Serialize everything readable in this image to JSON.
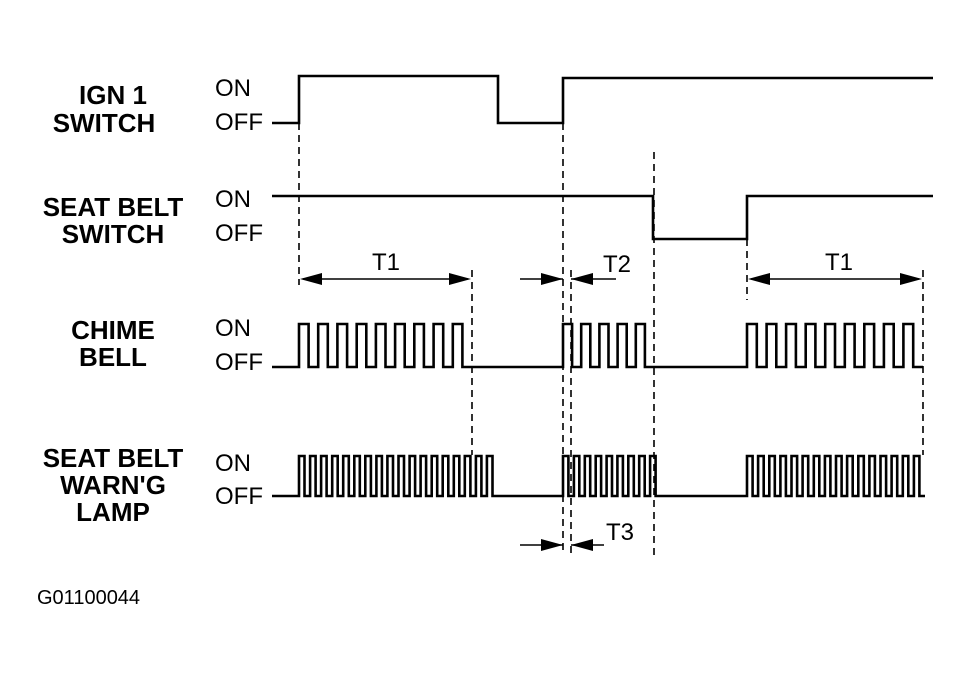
{
  "signals": [
    {
      "id": "ign",
      "label_lines": [
        "IGN 1",
        "SWITCH"
      ],
      "on_label": "ON",
      "off_label": "OFF"
    },
    {
      "id": "belt",
      "label_lines": [
        "SEAT BELT",
        "SWITCH"
      ],
      "on_label": "ON",
      "off_label": "OFF"
    },
    {
      "id": "chime",
      "label_lines": [
        "CHIME",
        "BELL"
      ],
      "on_label": "ON",
      "off_label": "OFF"
    },
    {
      "id": "lamp",
      "label_lines": [
        "SEAT BELT",
        "WARN'G",
        "LAMP"
      ],
      "on_label": "ON",
      "off_label": "OFF"
    }
  ],
  "intervals": [
    {
      "id": "t1a",
      "label": "T1"
    },
    {
      "id": "t2",
      "label": "T2"
    },
    {
      "id": "t1b",
      "label": "T1"
    },
    {
      "id": "t3",
      "label": "T3"
    }
  ],
  "figure_code": "G01100044"
}
